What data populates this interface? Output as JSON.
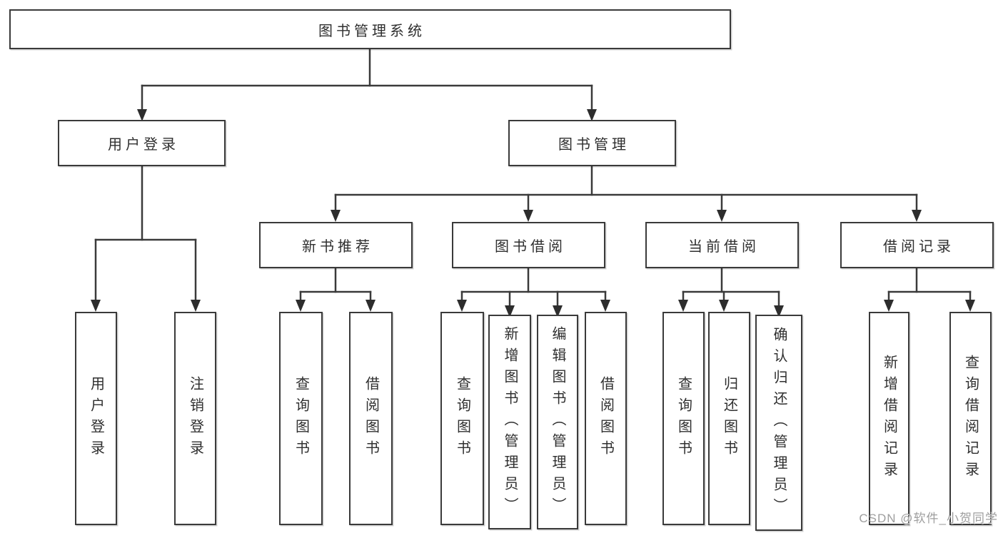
{
  "diagram": {
    "root": {
      "label": "图书管理系统"
    },
    "level2": [
      {
        "id": "user-login",
        "label": "用户登录"
      },
      {
        "id": "book-management",
        "label": "图书管理"
      }
    ],
    "level3": [
      {
        "id": "new-book-recommend",
        "label": "新书推荐"
      },
      {
        "id": "book-borrowing",
        "label": "图书借阅"
      },
      {
        "id": "current-borrowing",
        "label": "当前借阅"
      },
      {
        "id": "borrowing-records",
        "label": "借阅记录"
      }
    ],
    "leaves": [
      {
        "label": "用户登录"
      },
      {
        "label": "注销登录"
      },
      {
        "label": "查询图书"
      },
      {
        "label": "借阅图书"
      },
      {
        "label": "查询图书"
      },
      {
        "label": "新增图书（管理员）"
      },
      {
        "label": "编辑图书（管理员）"
      },
      {
        "label": "借阅图书"
      },
      {
        "label": "查询图书"
      },
      {
        "label": "归还图书"
      },
      {
        "label": "确认归还（管理员）"
      },
      {
        "label": "新增借阅记录"
      },
      {
        "label": "查询借阅记录"
      }
    ],
    "watermark": "CSDN @软件_小贺同学",
    "colors": {
      "line": "#3a3a3a",
      "arrow": "#2d2d2d",
      "text": "#2f2f2f",
      "watermark": "#9e9e9e",
      "background": "#ffffff"
    }
  }
}
